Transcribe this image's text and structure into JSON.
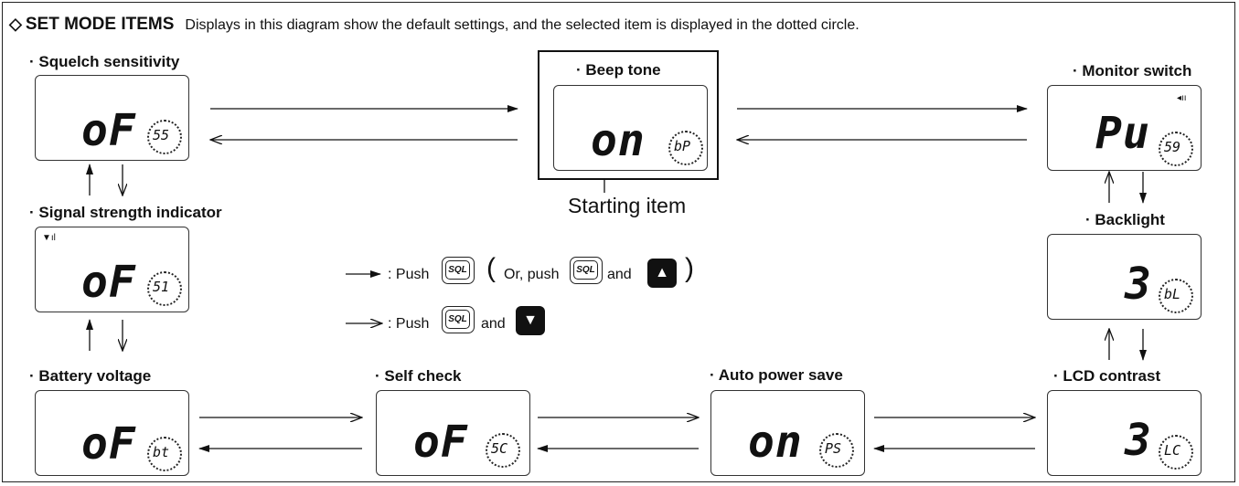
{
  "heading": {
    "symbol": "◇",
    "title": "SET MODE ITEMS",
    "subtitle": "Displays in this diagram show the default settings, and the selected item is displayed in the dotted circle."
  },
  "items": {
    "squelch": {
      "label": "Squelch sensitivity",
      "value": "oF",
      "code": "55"
    },
    "beep": {
      "label": "Beep tone",
      "value": "on",
      "code": "bP"
    },
    "monitor": {
      "label": "Monitor switch",
      "value": "Pu",
      "code": "59",
      "icon": "monitor-icon"
    },
    "signal": {
      "label": "Signal strength indicator",
      "value": "oF",
      "code": "51",
      "icon": "signal-strength-icon"
    },
    "backlight": {
      "label": "Backlight",
      "value": "3",
      "code": "bL"
    },
    "battery": {
      "label": "Battery voltage",
      "value": "oF",
      "code": "bt"
    },
    "selfcheck": {
      "label": "Self check",
      "value": "oF",
      "code": "5C"
    },
    "autopower": {
      "label": "Auto power save",
      "value": "on",
      "code": "PS"
    },
    "lcd": {
      "label": "LCD contrast",
      "value": "3",
      "code": "LC"
    }
  },
  "starting_label": "Starting item",
  "legend": {
    "line1_push": ": Push",
    "open_paren": "(",
    "or_push": "Or, push",
    "and1": "and",
    "close_paren": ")",
    "line2_push": ": Push",
    "and2": "and",
    "sql_key": "SQL",
    "up_key": "▲",
    "down_key": "▼"
  }
}
